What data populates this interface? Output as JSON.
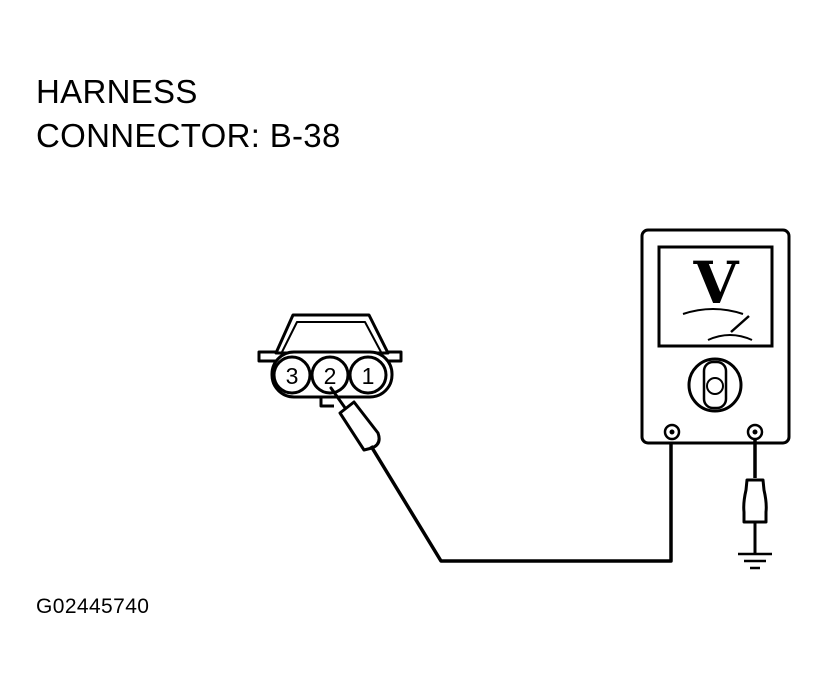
{
  "title": {
    "line1": "HARNESS",
    "line2": "CONNECTOR: B-38"
  },
  "connector": {
    "pins": [
      "3",
      "2",
      "1"
    ]
  },
  "meter": {
    "symbol": "V"
  },
  "figure_id": "G02445740"
}
